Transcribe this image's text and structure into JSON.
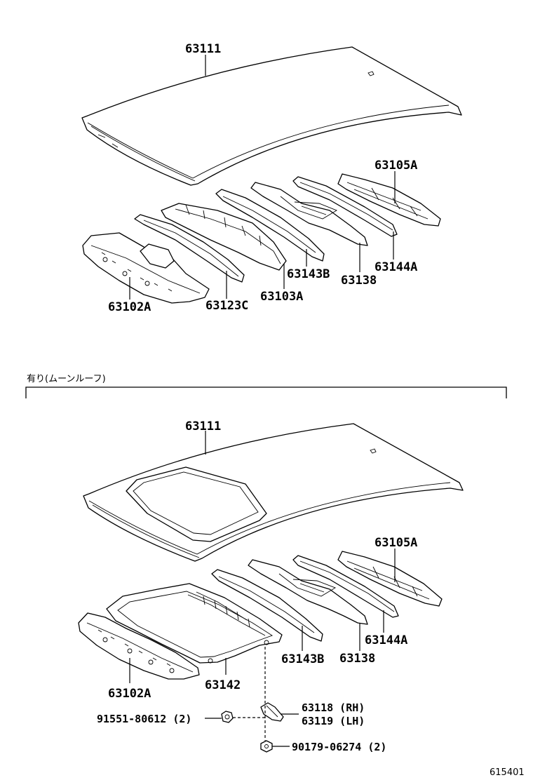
{
  "labels_top": {
    "roof": "63111",
    "front_header": "63105A",
    "rear_header": "63102A",
    "bow_1": "63123C",
    "bow_2": "63103A",
    "bow_3": "63143B",
    "bow_4": "63138",
    "bow_5": "63144A"
  },
  "section_caption": "有り(ムーンルーフ)",
  "labels_bottom": {
    "roof": "63111",
    "front_header": "63105A",
    "rear_header": "63102A",
    "sunroof_frame": "63142",
    "bow_3": "63143B",
    "bow_4": "63138",
    "bow_5": "63144A",
    "bracket_rh": "63118 (RH)",
    "bracket_lh": "63119 (LH)",
    "bolt": "91551-80612 (2)",
    "nut": "90179-06274 (2)"
  },
  "figure_number": "615401"
}
